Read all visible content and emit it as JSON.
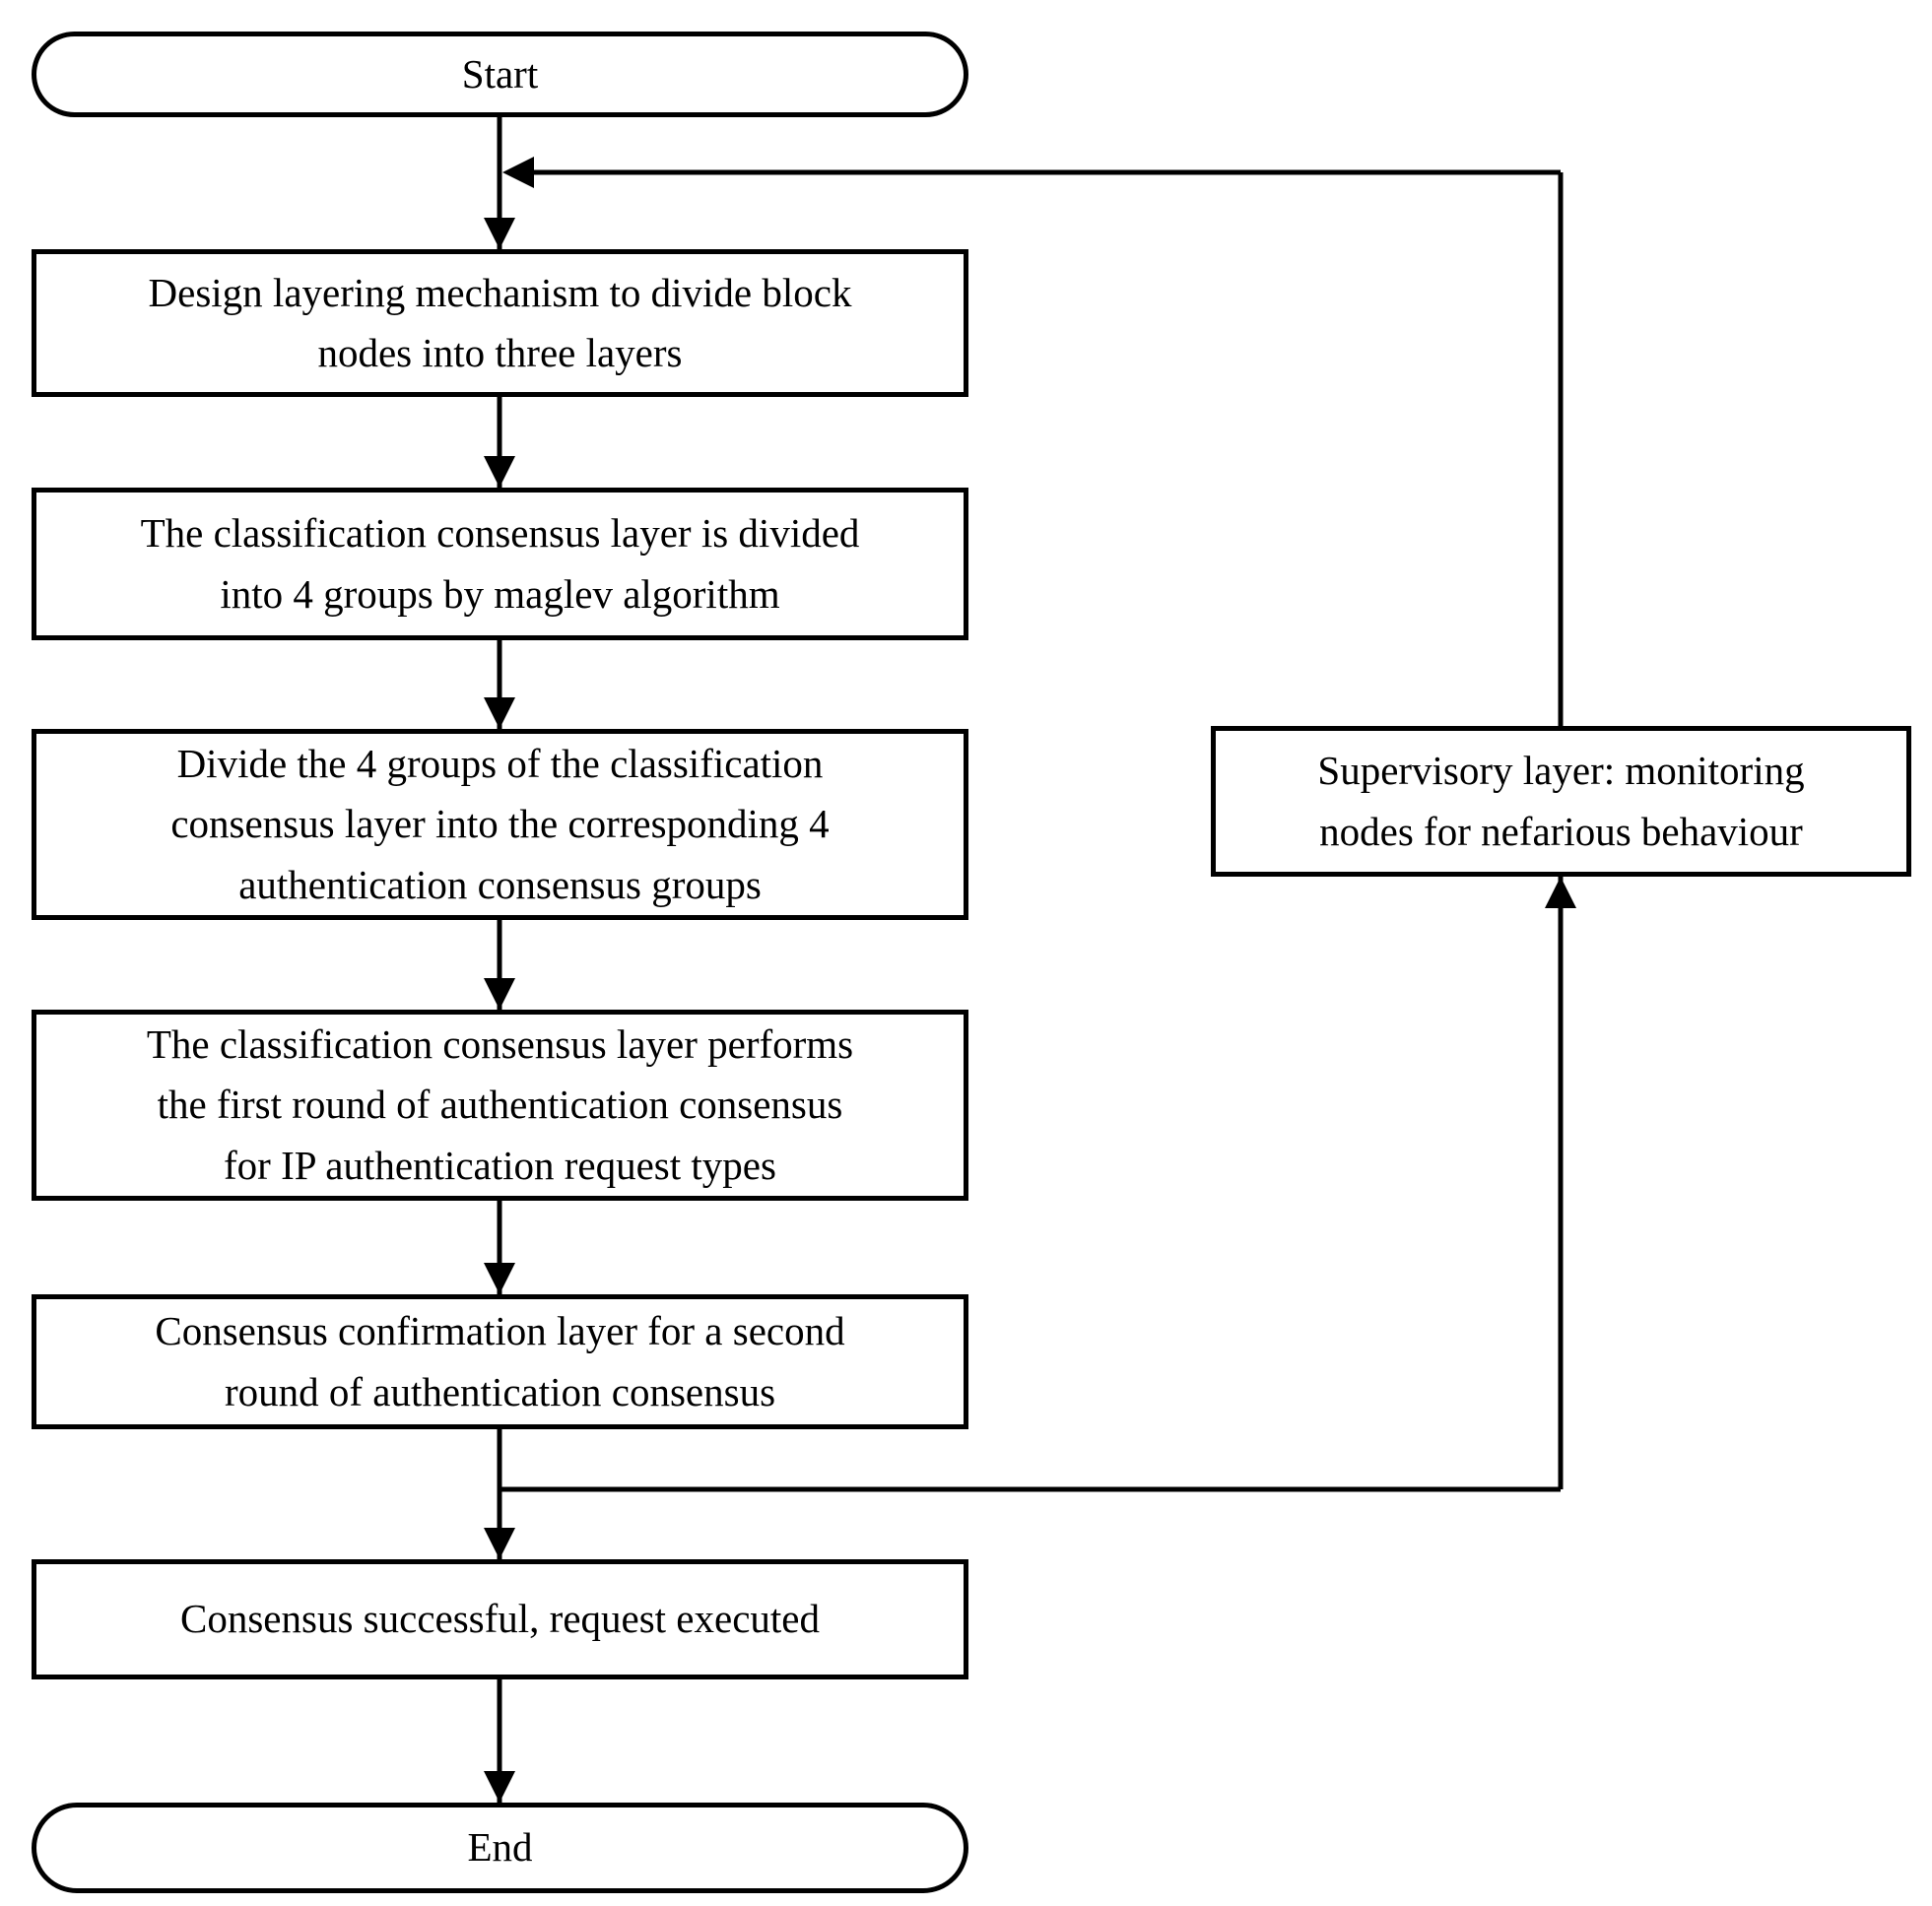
{
  "colors": {
    "background": "#ffffff",
    "stroke": "#000000",
    "text": "#000000"
  },
  "nodes": {
    "start": {
      "type": "terminator",
      "label": "Start"
    },
    "design_layering": {
      "type": "process",
      "label": [
        "Design layering mechanism to divide block",
        "nodes into three layers"
      ]
    },
    "maglev_grouping": {
      "type": "process",
      "label": [
        "The classification consensus layer is divided",
        "into 4 groups by maglev algorithm"
      ]
    },
    "divide_groups": {
      "type": "process",
      "label": [
        "Divide the 4 groups of the classification",
        "consensus layer into the corresponding 4",
        "authentication consensus groups"
      ]
    },
    "first_round_consensus": {
      "type": "process",
      "label": [
        "The classification consensus layer performs",
        "the first round of authentication consensus",
        "for IP authentication request types"
      ]
    },
    "second_round_consensus": {
      "type": "process",
      "label": [
        "Consensus confirmation layer for a second",
        "round of authentication consensus"
      ]
    },
    "consensus_success": {
      "type": "process",
      "label": [
        "Consensus successful, request executed"
      ]
    },
    "supervisory_layer": {
      "type": "process",
      "label": [
        "Supervisory layer: monitoring",
        "nodes for nefarious behaviour"
      ]
    },
    "end": {
      "type": "terminator",
      "label": "End"
    }
  },
  "edges": [
    {
      "from": "start",
      "to": "design_layering"
    },
    {
      "from": "design_layering",
      "to": "maglev_grouping"
    },
    {
      "from": "maglev_grouping",
      "to": "divide_groups"
    },
    {
      "from": "divide_groups",
      "to": "first_round_consensus"
    },
    {
      "from": "first_round_consensus",
      "to": "second_round_consensus"
    },
    {
      "from": "second_round_consensus",
      "to": "consensus_success"
    },
    {
      "from": "consensus_success",
      "to": "end"
    },
    {
      "from": "second_round_consensus",
      "to": "supervisory_layer"
    },
    {
      "from": "supervisory_layer",
      "to": "design_layering"
    }
  ]
}
